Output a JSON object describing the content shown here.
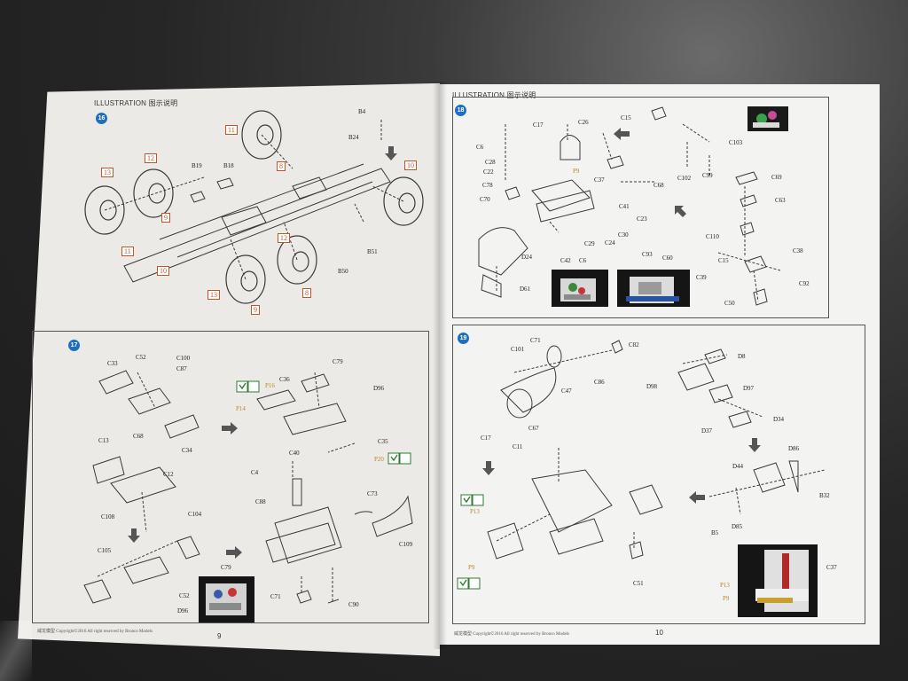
{
  "booklet": {
    "left_header": "ILLUSTRATION 图示说明",
    "right_header": "ILLUSTRATION 图示说明",
    "left_page_number": "9",
    "right_page_number": "10",
    "left_footer": "威龙模型  Copyright©2016  All right reserved by Bronco Models",
    "right_footer": "威龙模型  Copyright©2016  All right reserved by Bronco Models"
  },
  "steps": {
    "s16": {
      "number": "16",
      "labels": [
        "B4",
        "B24",
        "B51",
        "B50",
        "B18",
        "B19"
      ],
      "tags": [
        "11",
        "12",
        "13",
        "8",
        "9",
        "10",
        "11",
        "12",
        "13",
        "8",
        "9",
        "10"
      ]
    },
    "s17": {
      "number": "17",
      "labels": [
        "C33",
        "C52",
        "C100",
        "C87",
        "C68",
        "C34",
        "C13",
        "C12",
        "C108",
        "C104",
        "C105",
        "C79",
        "C52",
        "D96",
        "C79",
        "D96",
        "C36",
        "C35",
        "C40",
        "C4",
        "C88",
        "C73",
        "C109",
        "C71",
        "C90"
      ],
      "ptags": [
        "P16",
        "P14",
        "P20"
      ]
    },
    "s18": {
      "number": "18",
      "labels": [
        "C6",
        "C17",
        "C26",
        "C15",
        "C28",
        "C22",
        "C78",
        "C70",
        "C37",
        "C68",
        "C41",
        "C23",
        "C29",
        "C24",
        "C30",
        "D24",
        "D61",
        "C42",
        "C6",
        "C93",
        "C60",
        "C102",
        "C99",
        "C103",
        "C69",
        "C63",
        "C110",
        "C15",
        "C38",
        "C39",
        "C92",
        "C50"
      ],
      "ptags": [
        "P9"
      ]
    },
    "s19": {
      "number": "19",
      "labels": [
        "C101",
        "C71",
        "C82",
        "C47",
        "C86",
        "C17",
        "C67",
        "D8",
        "D98",
        "D97",
        "D37",
        "D34",
        "C11",
        "D44",
        "D86",
        "B32",
        "B5",
        "D85",
        "C51",
        "C37"
      ],
      "ptags": [
        "P13",
        "P9",
        "P13",
        "P9"
      ]
    }
  },
  "colors": {
    "step_badge": "#1e6fc2",
    "part_tag": "#c0552a",
    "paint_tag": "#b8862a"
  }
}
